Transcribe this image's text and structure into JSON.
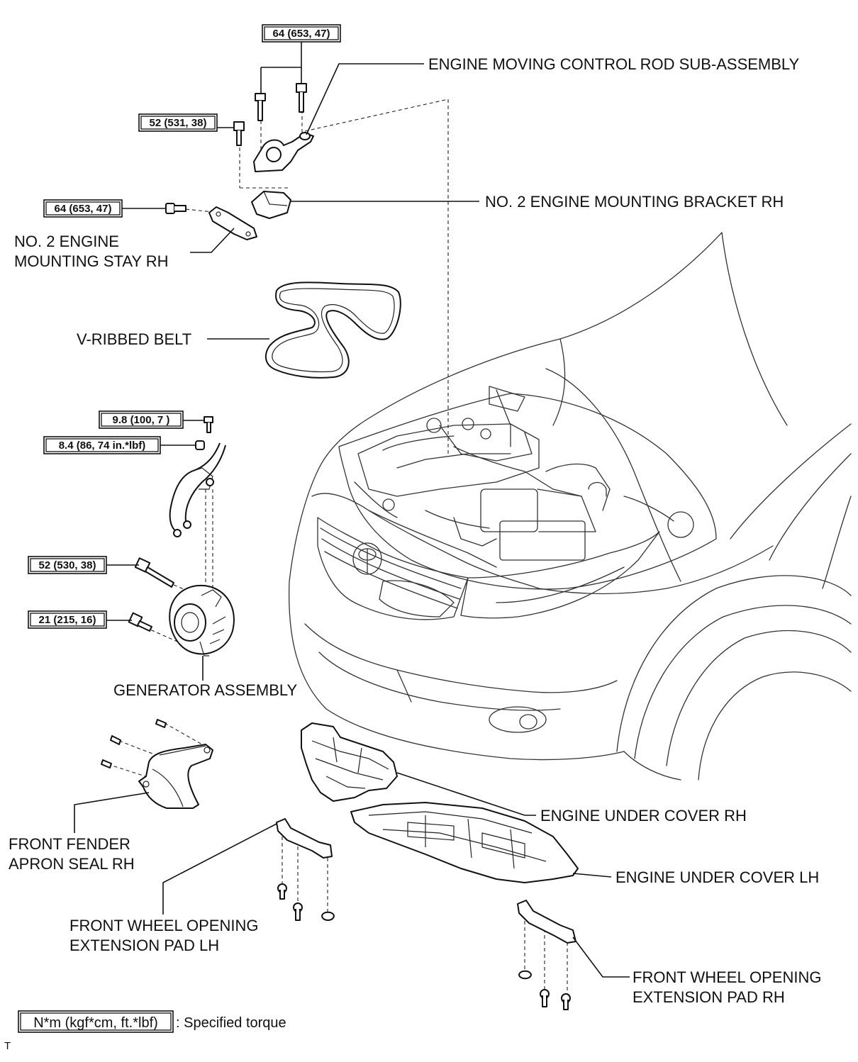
{
  "labels": {
    "engine_moving_control_rod": "ENGINE MOVING CONTROL ROD SUB-ASSEMBLY",
    "no2_engine_mounting_bracket": "NO. 2 ENGINE MOUNTING BRACKET RH",
    "no2_engine_mounting_stay_line1": "NO. 2 ENGINE",
    "no2_engine_mounting_stay_line2": "MOUNTING STAY RH",
    "v_ribbed_belt": "V-RIBBED BELT",
    "generator_assembly": "GENERATOR ASSEMBLY",
    "front_fender_apron_seal_line1": "FRONT FENDER",
    "front_fender_apron_seal_line2": "APRON SEAL RH",
    "engine_under_cover_rh": "ENGINE UNDER COVER RH",
    "engine_under_cover_lh": "ENGINE UNDER COVER LH",
    "front_wheel_pad_lh_line1": "FRONT WHEEL OPENING",
    "front_wheel_pad_lh_line2": "EXTENSION PAD LH",
    "front_wheel_pad_rh_line1": "FRONT WHEEL OPENING",
    "front_wheel_pad_rh_line2": "EXTENSION PAD RH"
  },
  "torques": {
    "control_rod_bolts": "64 (653, 47)",
    "bracket_bolt": "52 (531, 38)",
    "stay_bolt": "64 (653, 47)",
    "terminal_bolt": "9.8 (100, 7 )",
    "terminal_nut": "8.4 (86, 74 in.*lbf)",
    "generator_long_bolt": "52 (530, 38)",
    "generator_short_bolt": "21 (215, 16)"
  },
  "legend": {
    "unit_box": "N*m (kgf*cm, ft.*lbf)",
    "description": ": Specified torque"
  },
  "corner_mark": "T"
}
